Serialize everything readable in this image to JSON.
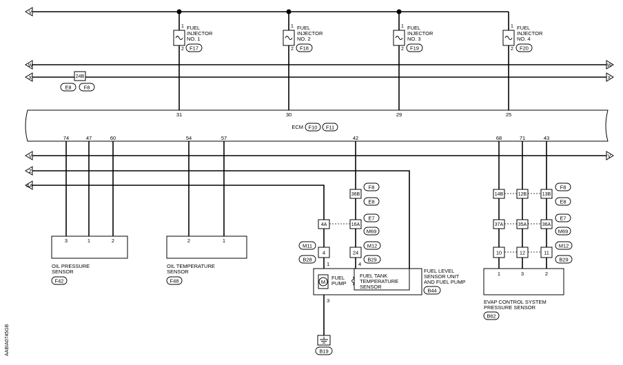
{
  "connectors_top": {
    "left_arrow": "V",
    "arrow_w": "W",
    "arrow_x": "X",
    "right_w": "W",
    "right_x": "X"
  },
  "injectors": [
    {
      "name1": "FUEL",
      "name2": "INJECTOR",
      "name3": "NO. 1",
      "pin_top": "1",
      "pin_bot": "2",
      "conn": "F17",
      "ecm_pin": "31"
    },
    {
      "name1": "FUEL",
      "name2": "INJECTOR",
      "name3": "NO. 2",
      "pin_top": "1",
      "pin_bot": "2",
      "conn": "F18",
      "ecm_pin": "30"
    },
    {
      "name1": "FUEL",
      "name2": "INJECTOR",
      "name3": "NO. 3",
      "pin_top": "1",
      "pin_bot": "2",
      "conn": "F19",
      "ecm_pin": "29"
    },
    {
      "name1": "FUEL",
      "name2": "INJECTOR",
      "name3": "NO. 4",
      "pin_top": "1",
      "pin_bot": "2",
      "conn": "F20",
      "ecm_pin": "25"
    }
  ],
  "joint_24b": {
    "label": "24B",
    "c1": "E8",
    "c2": "F8"
  },
  "ecm": {
    "label": "ECM",
    "c1": "F10",
    "c2": "F11"
  },
  "ecm_bottom_pins": [
    "74",
    "47",
    "60",
    "54",
    "57",
    "42",
    "68",
    "71",
    "43"
  ],
  "lower_arrows": {
    "v": "V",
    "z": "Z",
    "aa": "AA",
    "right_v": "V"
  },
  "oil_pressure": {
    "l1": "OIL PRESSURE",
    "l2": "SENSOR",
    "conn": "F42",
    "pins": [
      "3",
      "1",
      "2"
    ]
  },
  "oil_temp": {
    "l1": "OIL TEMPERATURE",
    "l2": "SENSOR",
    "conn": "F48",
    "pins": [
      "2",
      "1"
    ]
  },
  "fuel_path": {
    "j36b": "36B",
    "c_f8": "F8",
    "c_e8": "E8",
    "j4a": "4A",
    "j16a": "16A",
    "c_e7": "E7",
    "c_m69": "M69",
    "c_m11": "M11",
    "c_b28": "B28",
    "p4": "4",
    "p24": "24",
    "c_m12": "M12",
    "c_b29": "B29",
    "pin_1": "1",
    "pin_4": "4",
    "pin_3": "3",
    "pump1": "FUEL",
    "pump2": "PUMP",
    "motor": "M",
    "tank1": "FUEL TANK",
    "tank2": "TEMPERATURE",
    "tank3": "SENSOR",
    "unit1": "FUEL LEVEL",
    "unit2": "SENSOR UNIT",
    "unit3": "AND FUEL PUMP",
    "conn": "B44",
    "ground": "B19"
  },
  "evap": {
    "j14b": "14B",
    "j12b": "12B",
    "j13b": "13B",
    "c_f8": "F8",
    "c_e8": "E8",
    "j37a": "37A",
    "j35a": "35A",
    "j36a": "36A",
    "c_e7": "E7",
    "c_m69": "M69",
    "p10": "10",
    "p12": "12",
    "p11": "11",
    "c_m12": "M12",
    "c_b29": "B29",
    "pins": [
      "1",
      "3",
      "2"
    ],
    "l1": "EVAP CONTROL SYSTEM",
    "l2": "PRESSURE SENSOR",
    "conn": "B62"
  },
  "side_code": "AABIA0745GB"
}
